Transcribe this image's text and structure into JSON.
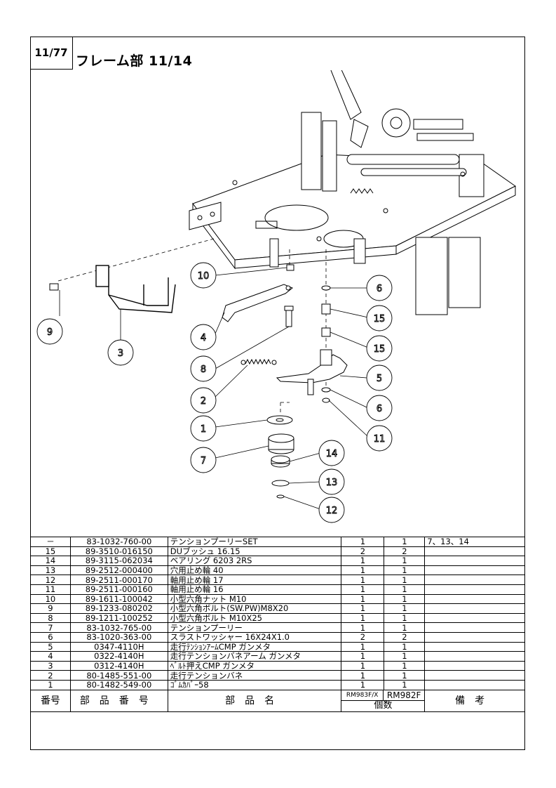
{
  "header": {
    "page_ref": "11/77",
    "title": "フレーム部 11/14"
  },
  "callouts": [
    "10",
    "9",
    "3",
    "6",
    "15",
    "15",
    "4",
    "8",
    "2",
    "5",
    "6",
    "1",
    "11",
    "7",
    "14",
    "13",
    "12"
  ],
  "table": {
    "rows": [
      {
        "no": "－",
        "part": "83-1032-760-00",
        "name": "テンションプーリーSET",
        "q1": "1",
        "q2": "1",
        "note": "7、13、14"
      },
      {
        "no": "15",
        "part": "89-3510-016150",
        "name": "DUブッシュ 16.15",
        "q1": "2",
        "q2": "2",
        "note": ""
      },
      {
        "no": "14",
        "part": "89-3115-062034",
        "name": "ベアリング 6203 2RS",
        "q1": "1",
        "q2": "1",
        "note": ""
      },
      {
        "no": "13",
        "part": "89-2512-000400",
        "name": "穴用止め輪 40",
        "q1": "1",
        "q2": "1",
        "note": ""
      },
      {
        "no": "12",
        "part": "89-2511-000170",
        "name": "軸用止め輪 17",
        "q1": "1",
        "q2": "1",
        "note": ""
      },
      {
        "no": "11",
        "part": "89-2511-000160",
        "name": "軸用止め輪 16",
        "q1": "1",
        "q2": "1",
        "note": ""
      },
      {
        "no": "10",
        "part": "89-1611-100042",
        "name": "小型六角ナット M10",
        "q1": "1",
        "q2": "1",
        "note": ""
      },
      {
        "no": "9",
        "part": "89-1233-080202",
        "name": "小型六角ボルト(SW.PW)M8X20",
        "q1": "1",
        "q2": "1",
        "note": ""
      },
      {
        "no": "8",
        "part": "89-1211-100252",
        "name": "小型六角ボルト M10X25",
        "q1": "1",
        "q2": "1",
        "note": ""
      },
      {
        "no": "7",
        "part": "83-1032-765-00",
        "name": "テンションプーリー",
        "q1": "1",
        "q2": "1",
        "note": ""
      },
      {
        "no": "6",
        "part": "83-1020-363-00",
        "name": "スラストワッシャー 16X24X1.0",
        "q1": "2",
        "q2": "2",
        "note": ""
      },
      {
        "no": "5",
        "part": "0347-4110H",
        "name": "走行ﾃﾝｼｮﾝｱｰﾑCMP ガンメタ",
        "q1": "1",
        "q2": "1",
        "note": ""
      },
      {
        "no": "4",
        "part": "0322-4140H",
        "name": "走行テンションバネアーム ガンメタ",
        "q1": "1",
        "q2": "1",
        "note": ""
      },
      {
        "no": "3",
        "part": "0312-4140H",
        "name": "ﾍﾞﾙﾄ押えCMP ガンメタ",
        "q1": "1",
        "q2": "1",
        "note": ""
      },
      {
        "no": "2",
        "part": "80-1485-551-00",
        "name": "走行テンションバネ",
        "q1": "1",
        "q2": "1",
        "note": ""
      },
      {
        "no": "1",
        "part": "80-1482-549-00",
        "name": "ｺﾞﾑｶﾊﾞｰ58",
        "q1": "1",
        "q2": "1",
        "note": ""
      }
    ],
    "footer": {
      "no": "番号",
      "part": "部品番号",
      "name": "部品名",
      "model1": "RM983F/X",
      "model2": "RM982F",
      "qty": "個数",
      "note": "備考"
    }
  }
}
